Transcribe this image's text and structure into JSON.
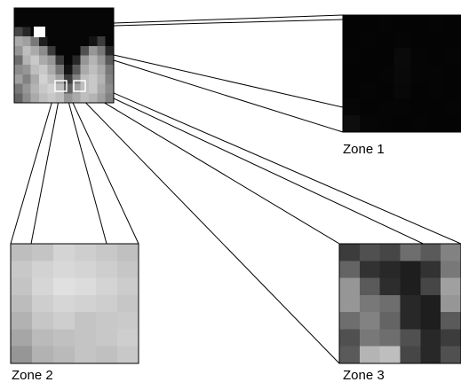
{
  "labels": {
    "zone1": "Zone 1",
    "zone2": "Zone 2",
    "zone3": "Zone 3"
  },
  "zones": {
    "zone1": {
      "cols": 7,
      "rows": 7,
      "pixels": [
        [
          4,
          4,
          5,
          4,
          4,
          5,
          4
        ],
        [
          4,
          5,
          4,
          5,
          4,
          4,
          4
        ],
        [
          5,
          4,
          4,
          10,
          5,
          4,
          5
        ],
        [
          4,
          4,
          5,
          9,
          5,
          5,
          4
        ],
        [
          4,
          5,
          4,
          8,
          4,
          5,
          4
        ],
        [
          6,
          4,
          5,
          5,
          4,
          4,
          5
        ],
        [
          14,
          6,
          5,
          4,
          5,
          4,
          4
        ]
      ]
    },
    "zone2": {
      "cols": 6,
      "rows": 7,
      "pixels": [
        [
          190,
          196,
          212,
          206,
          200,
          192
        ],
        [
          200,
          210,
          216,
          212,
          206,
          198
        ],
        [
          196,
          214,
          224,
          220,
          212,
          204
        ],
        [
          188,
          206,
          214,
          210,
          206,
          198
        ],
        [
          178,
          198,
          206,
          196,
          200,
          202
        ],
        [
          166,
          186,
          192,
          196,
          200,
          206
        ],
        [
          150,
          178,
          186,
          196,
          192,
          200
        ]
      ]
    },
    "zone3": {
      "cols": 6,
      "rows": 7,
      "pixels": [
        [
          60,
          80,
          70,
          110,
          90,
          130
        ],
        [
          100,
          50,
          40,
          30,
          50,
          120
        ],
        [
          150,
          90,
          45,
          30,
          70,
          160
        ],
        [
          150,
          120,
          110,
          40,
          30,
          150
        ],
        [
          110,
          130,
          100,
          40,
          30,
          90
        ],
        [
          80,
          120,
          110,
          80,
          40,
          60
        ],
        [
          90,
          180,
          190,
          70,
          40,
          80
        ]
      ]
    }
  },
  "source": {
    "cols": 12,
    "rows": 10,
    "pixels": [
      [
        6,
        6,
        6,
        6,
        6,
        6,
        6,
        6,
        6,
        6,
        6,
        6
      ],
      [
        6,
        6,
        6,
        6,
        6,
        6,
        6,
        6,
        6,
        6,
        6,
        6
      ],
      [
        70,
        40,
        6,
        6,
        6,
        6,
        6,
        6,
        6,
        6,
        6,
        6
      ],
      [
        170,
        160,
        120,
        30,
        6,
        6,
        6,
        6,
        6,
        20,
        60,
        6
      ],
      [
        150,
        190,
        170,
        140,
        60,
        6,
        6,
        6,
        80,
        150,
        120,
        40
      ],
      [
        110,
        180,
        200,
        170,
        150,
        60,
        6,
        40,
        150,
        180,
        150,
        90
      ],
      [
        140,
        150,
        190,
        200,
        170,
        120,
        20,
        90,
        170,
        190,
        170,
        120
      ],
      [
        160,
        130,
        170,
        210,
        190,
        160,
        60,
        130,
        190,
        200,
        180,
        130
      ],
      [
        120,
        150,
        180,
        200,
        210,
        190,
        100,
        160,
        190,
        200,
        170,
        140
      ],
      [
        100,
        140,
        170,
        190,
        200,
        190,
        150,
        170,
        190,
        180,
        160,
        130
      ]
    ]
  }
}
